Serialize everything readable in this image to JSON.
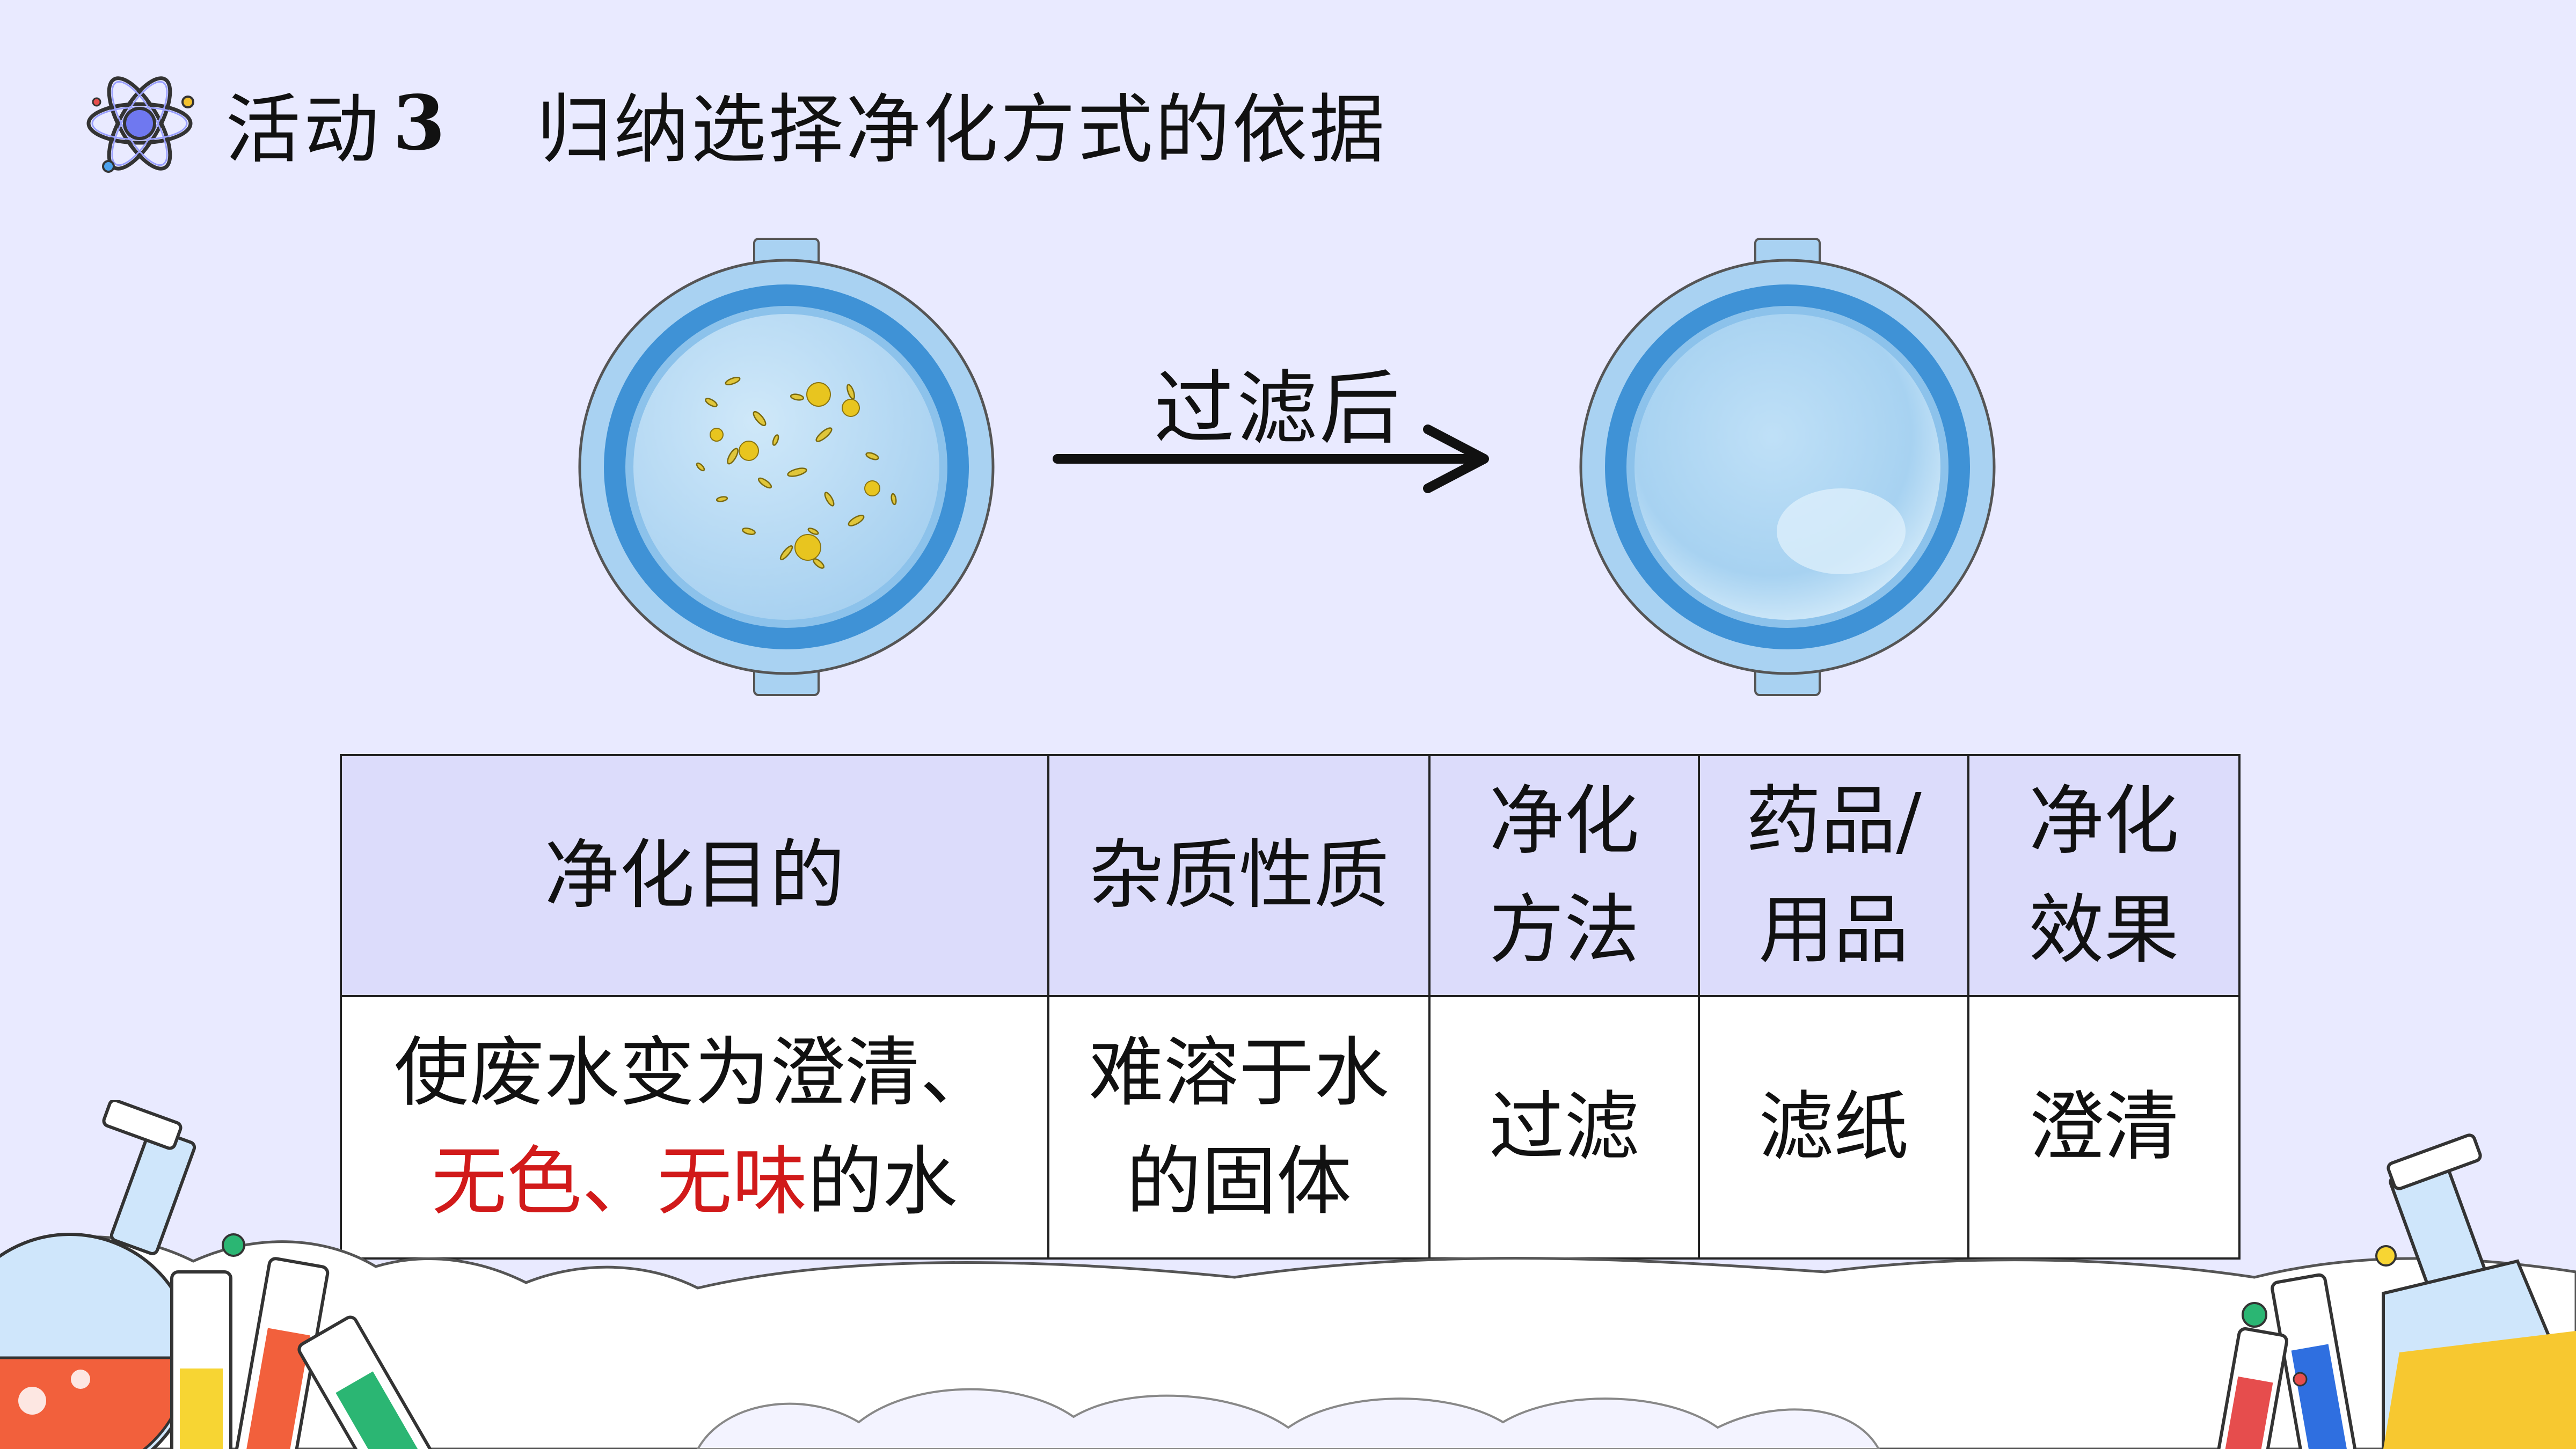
{
  "header": {
    "title_prefix": "活动",
    "title_num": "3",
    "title_main": "归纳选择净化方式的依据",
    "icon": "atom-icon"
  },
  "illustration": {
    "arrow_label": "过滤后",
    "before_dish_icon": "petri-dish-with-debris-icon",
    "after_dish_icon": "clean-petri-dish-icon"
  },
  "table": {
    "headers": {
      "goal": "净化目的",
      "impurity": "杂质性质",
      "method_line1": "净化",
      "method_line2": "方法",
      "supplies_line1": "药品/",
      "supplies_line2": "用品",
      "effect_line1": "净化",
      "effect_line2": "效果"
    },
    "row": {
      "goal_line1": "使废水变为澄清、",
      "goal_red1": "无色",
      "goal_sep": "、",
      "goal_red2": "无味",
      "goal_tail": "的水",
      "impurity_line1": "难溶于水",
      "impurity_line2": "的固体",
      "method": "过滤",
      "supplies": "滤纸",
      "effect": "澄清"
    }
  },
  "colors": {
    "background": "#e9eaff",
    "header_fill": "#dcdcfb",
    "highlight_red": "#d11a1a",
    "dish_ring": "#3f92d6",
    "water": "#b6d9f3",
    "debris": "#d9c233"
  },
  "decor": {
    "left_flask_icon": "laboratory-flask-icon",
    "test_tubes_icon": "test-tubes-icon",
    "right_flask_icon": "conical-flask-icon",
    "clouds_icon": "cloud-border-icon"
  }
}
